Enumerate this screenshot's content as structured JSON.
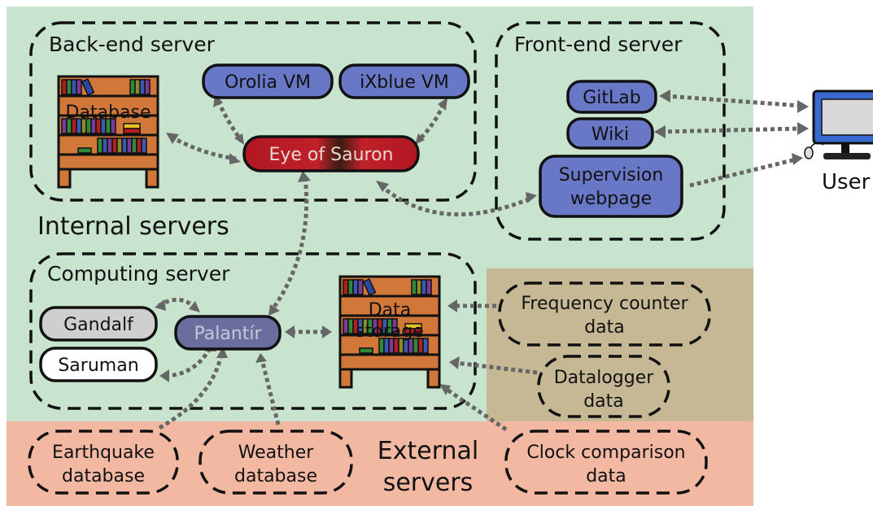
{
  "zones": {
    "internal": "Internal servers",
    "external": [
      "External",
      "servers"
    ]
  },
  "groups": {
    "backend": "Back-end server",
    "frontend": "Front-end server",
    "computing": "Computing server"
  },
  "nodes": {
    "database": "Database",
    "orolia": "Orolia VM",
    "ixblue": "iXblue VM",
    "eye": "Eye of Sauron",
    "gitlab": "GitLab",
    "wiki": "Wiki",
    "supervision": [
      "Supervision",
      "webpage"
    ],
    "user": "User",
    "gandalf": "Gandalf",
    "saruman": "Saruman",
    "palantir": "Palantír",
    "storage": [
      "Data",
      "storage"
    ],
    "freq": [
      "Frequency counter",
      "data"
    ],
    "datalogger": [
      "Datalogger",
      "data"
    ],
    "earthquake": [
      "Earthquake",
      "database"
    ],
    "weather": [
      "Weather",
      "database"
    ],
    "clock": [
      "Clock comparison",
      "data"
    ]
  },
  "colors": {
    "internal_bg": "#c8e4cf",
    "external_bg": "#f2b8a2",
    "instrument_bg": "#c6b894",
    "vm_blue": "#6877c6",
    "eye_red": "#b8202a",
    "palantir": "#6a6e9e",
    "gandalf_grey": "#cfcfcf",
    "shelf_orange": "#d2773a",
    "arrow_grey": "#666666"
  }
}
